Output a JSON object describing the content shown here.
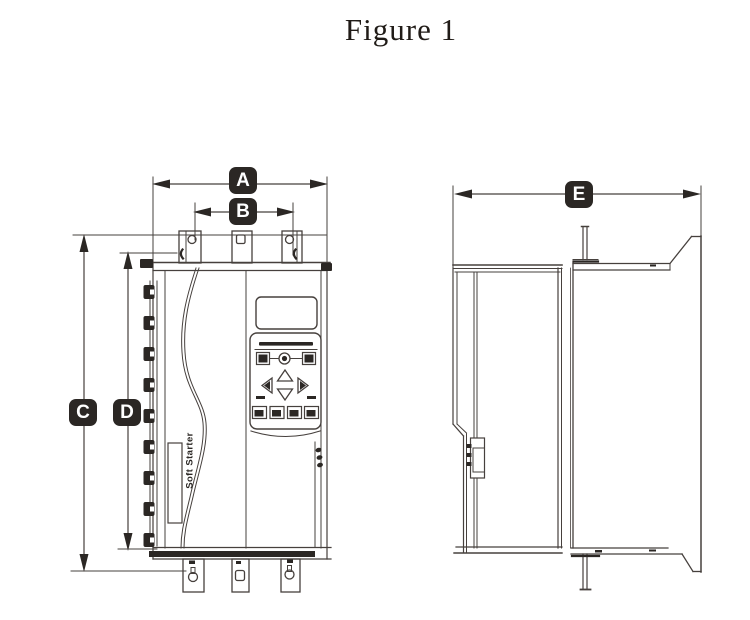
{
  "figure": {
    "title": "Figure 1"
  },
  "dimension_labels": {
    "a": "A",
    "b": "B",
    "c": "C",
    "d": "D",
    "e": "E"
  },
  "device": {
    "front_label": "Soft Starter"
  },
  "colors": {
    "line": "#46403d",
    "dark_fill": "#2b2724",
    "badge_bg": "#2b2724",
    "badge_text": "#ffffff",
    "background": "#ffffff"
  },
  "icons": {
    "keypad": [
      "run-key-icon",
      "rotary-knob-icon",
      "stop-key-icon",
      "up-arrow-key-icon",
      "left-arrow-key-icon",
      "right-arrow-key-icon",
      "down-arrow-key-icon",
      "function-key-1-icon",
      "function-key-2-icon",
      "function-key-3-icon",
      "function-key-4-icon"
    ]
  }
}
